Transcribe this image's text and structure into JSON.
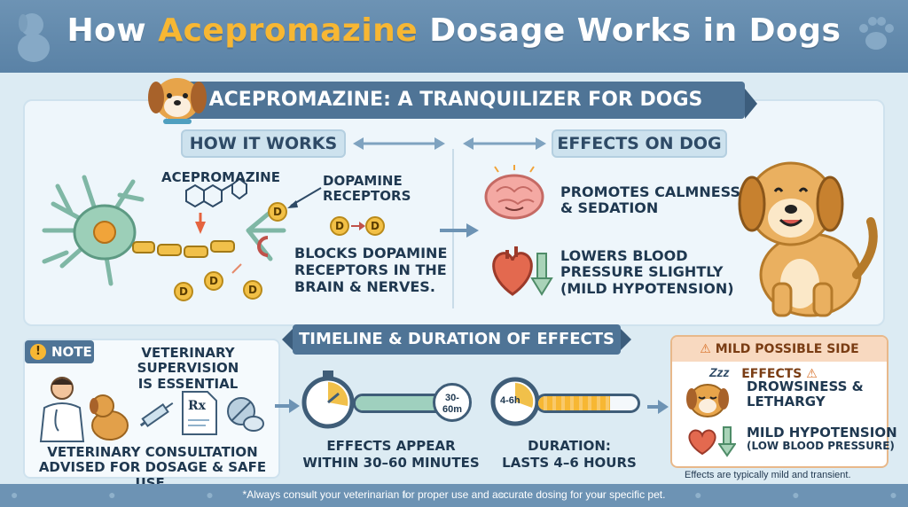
{
  "header": {
    "title_pre": "How ",
    "title_highlight": "Acepromazine",
    "title_post": " Dosage Works in Dogs"
  },
  "banner": "ACEPROMAZINE: A TRANQUILIZER FOR DOGS",
  "how_it_works": {
    "heading": "HOW IT WORKS",
    "drug_label": "ACEPROMAZINE",
    "receptors_label_1": "DOPAMINE",
    "receptors_label_2": "RECEPTORS",
    "receptor_letter": "D",
    "block_label_1": "BLOCKS DOPAMINE",
    "block_label_2": "RECEPTORS IN THE",
    "block_label_3": "BRAIN & NERVES."
  },
  "effects": {
    "heading": "EFFECTS ON DOG",
    "item1_line1": "PROMOTES CALMNESS",
    "item1_line2": "& SEDATION",
    "item2_line1": "LOWERS BLOOD",
    "item2_line2": "PRESSURE SLIGHTLY",
    "item2_line3": "(MILD HYPOTENSION)"
  },
  "note": {
    "tag": "NOTE",
    "headline_1": "VETERINARY SUPERVISION",
    "headline_2": "IS ESSENTIAL",
    "body_1": "VETERINARY CONSULTATION",
    "body_2": "ADVISED FOR DOSAGE & SAFE USE.",
    "rx": "Rx"
  },
  "timeline": {
    "heading": "TIMELINE & DURATION OF EFFECTS",
    "onset_badge_1": "30-",
    "onset_badge_2": "60m",
    "onset_line1": "EFFECTS APPEAR",
    "onset_line2": "WITHIN 30–60 MINUTES",
    "duration_badge": "4-6h",
    "duration_line1": "DURATION:",
    "duration_line2": "LASTS 4–6 HOURS"
  },
  "side_effects": {
    "heading": "MILD POSSIBLE SIDE EFFECTS",
    "item1_line1": "DROWSINESS &",
    "item1_line2": "LETHARGY",
    "item2_line1": "MILD HYPOTENSION",
    "item2_line2": "(LOW BLOOD PRESSURE)",
    "zzz": "Zzz",
    "footnote": "Effects are typically mild and transient."
  },
  "footer": "*Always consult your veterinarian for proper use and accurate dosing for your specific pet.",
  "colors": {
    "header": "#5a82a6",
    "accent": "#f7b733",
    "ribbon": "#4f7496",
    "panel": "#eef6fb"
  }
}
